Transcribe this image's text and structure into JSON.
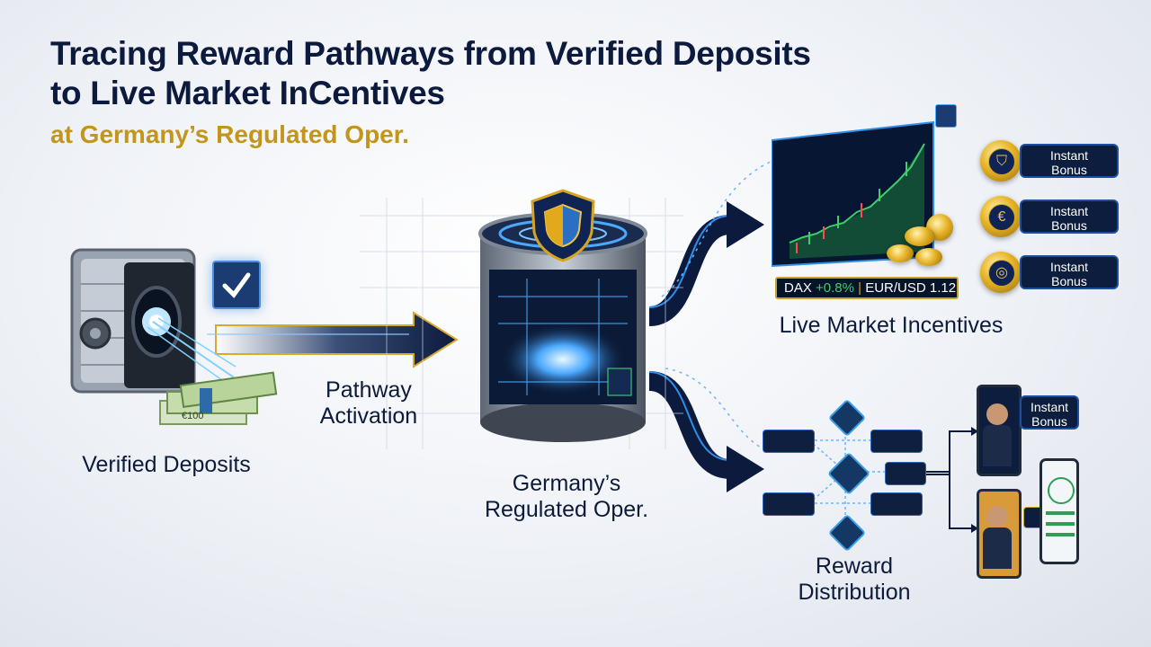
{
  "header": {
    "title_line1": "Tracing Reward Pathways from Verified Deposits",
    "title_line2": "to Live Market InCentives",
    "subtitle": "at Germany’s Regulated Oper."
  },
  "stages": {
    "deposits_label": "Verified Deposits",
    "activation_line1": "Pathway",
    "activation_line2": "Activation",
    "operator_line1": "Germany’s",
    "operator_line2": "Regulated Oper.",
    "market_label": "Live Market Incentives",
    "distribution_line1": "Reward",
    "distribution_line2": "Distribution"
  },
  "bonus_badges": [
    {
      "line1": "Instant",
      "line2": "Bonus",
      "icon": "shield-icon"
    },
    {
      "line1": "Instant",
      "line2": "Bonus",
      "icon": "euro-coin-icon"
    },
    {
      "line1": "Instant",
      "line2": "Bonus",
      "icon": "target-icon"
    }
  ],
  "distribution_bubble": {
    "line1": "Instant",
    "line2": "Bonus"
  },
  "ticker": {
    "dax_label": "DAX",
    "dax_change": "+0.8%",
    "fx_label": "EUR/USD",
    "fx_value": "1.12"
  },
  "colors": {
    "navy": "#0c1a3d",
    "gold": "#c2961c",
    "accent_blue": "#2f8fe6",
    "market_green": "#3fcf6a"
  }
}
